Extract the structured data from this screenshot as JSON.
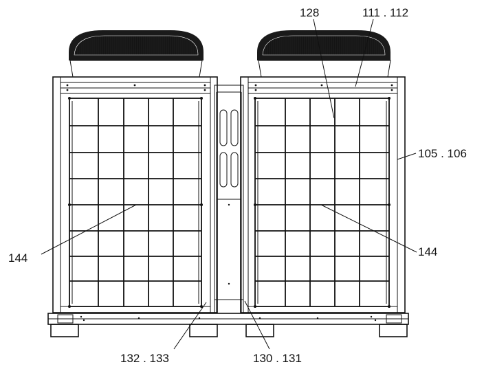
{
  "callouts": {
    "c128": "128",
    "c111_112": "111 . 112",
    "c105_106": "105 . 106",
    "c144_left": "144",
    "c144_right": "144",
    "c132_133": "132 . 133",
    "c130_131": "130 . 131"
  }
}
